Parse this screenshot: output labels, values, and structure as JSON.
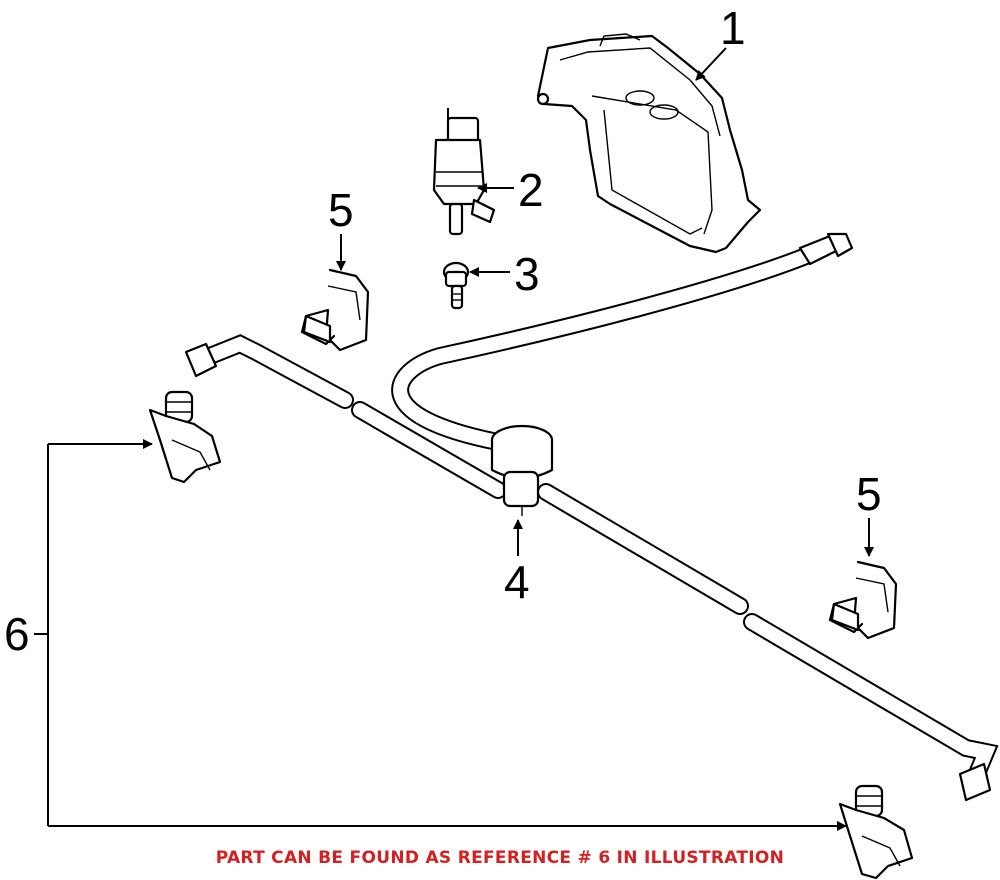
{
  "callouts": {
    "c1": "1",
    "c2": "2",
    "c3": "3",
    "c4": "4",
    "c5a": "5",
    "c5b": "5",
    "c6": "6"
  },
  "footer": {
    "note": "PART CAN BE FOUND AS REFERENCE # 6 IN ILLUSTRATION",
    "note_color": "#d42020"
  }
}
